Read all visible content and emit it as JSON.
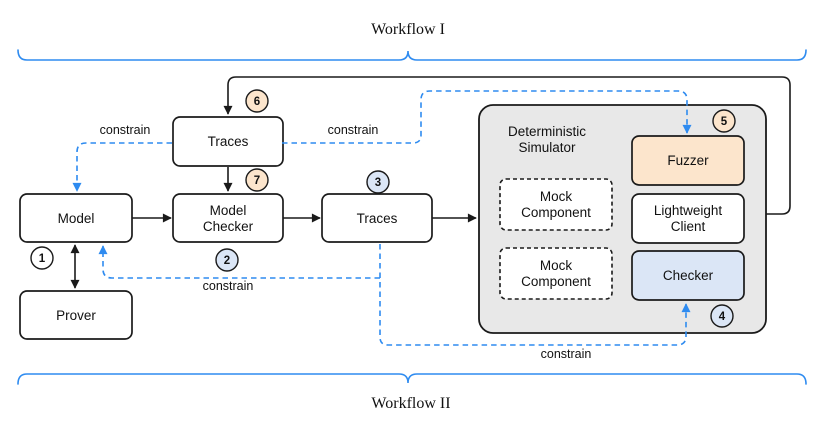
{
  "titles": {
    "workflow1": "Workflow I",
    "workflow2": "Workflow II"
  },
  "nodes": {
    "model": {
      "label": "Model"
    },
    "prover": {
      "label": "Prover"
    },
    "model_checker": {
      "line1": "Model",
      "line2": "Checker"
    },
    "traces_upper": {
      "label": "Traces"
    },
    "traces_main": {
      "label": "Traces"
    },
    "simulator": {
      "line1": "Deterministic",
      "line2": "Simulator"
    },
    "mock_component_1": {
      "line1": "Mock",
      "line2": "Component"
    },
    "mock_component_2": {
      "line1": "Mock",
      "line2": "Component"
    },
    "fuzzer": {
      "label": "Fuzzer"
    },
    "lightweight_client": {
      "line1": "Lightweight",
      "line2": "Client"
    },
    "checker": {
      "label": "Checker"
    }
  },
  "edge_labels": {
    "constrain_top_left": "constrain",
    "constrain_top_right": "constrain",
    "constrain_middle": "constrain",
    "constrain_bottom": "constrain"
  },
  "badges": [
    {
      "num": "1",
      "fill": "white"
    },
    {
      "num": "2",
      "fill": "blue"
    },
    {
      "num": "3",
      "fill": "blue"
    },
    {
      "num": "4",
      "fill": "blue"
    },
    {
      "num": "5",
      "fill": "peach"
    },
    {
      "num": "6",
      "fill": "peach"
    },
    {
      "num": "7",
      "fill": "peach"
    }
  ],
  "colors": {
    "accent_blue": "#2e8bf0",
    "peach_fill": "#fce5cc",
    "light_blue_fill": "#dbe6f6",
    "panel_gray": "#e8e8e8",
    "stroke_black": "#1a1a1a"
  }
}
